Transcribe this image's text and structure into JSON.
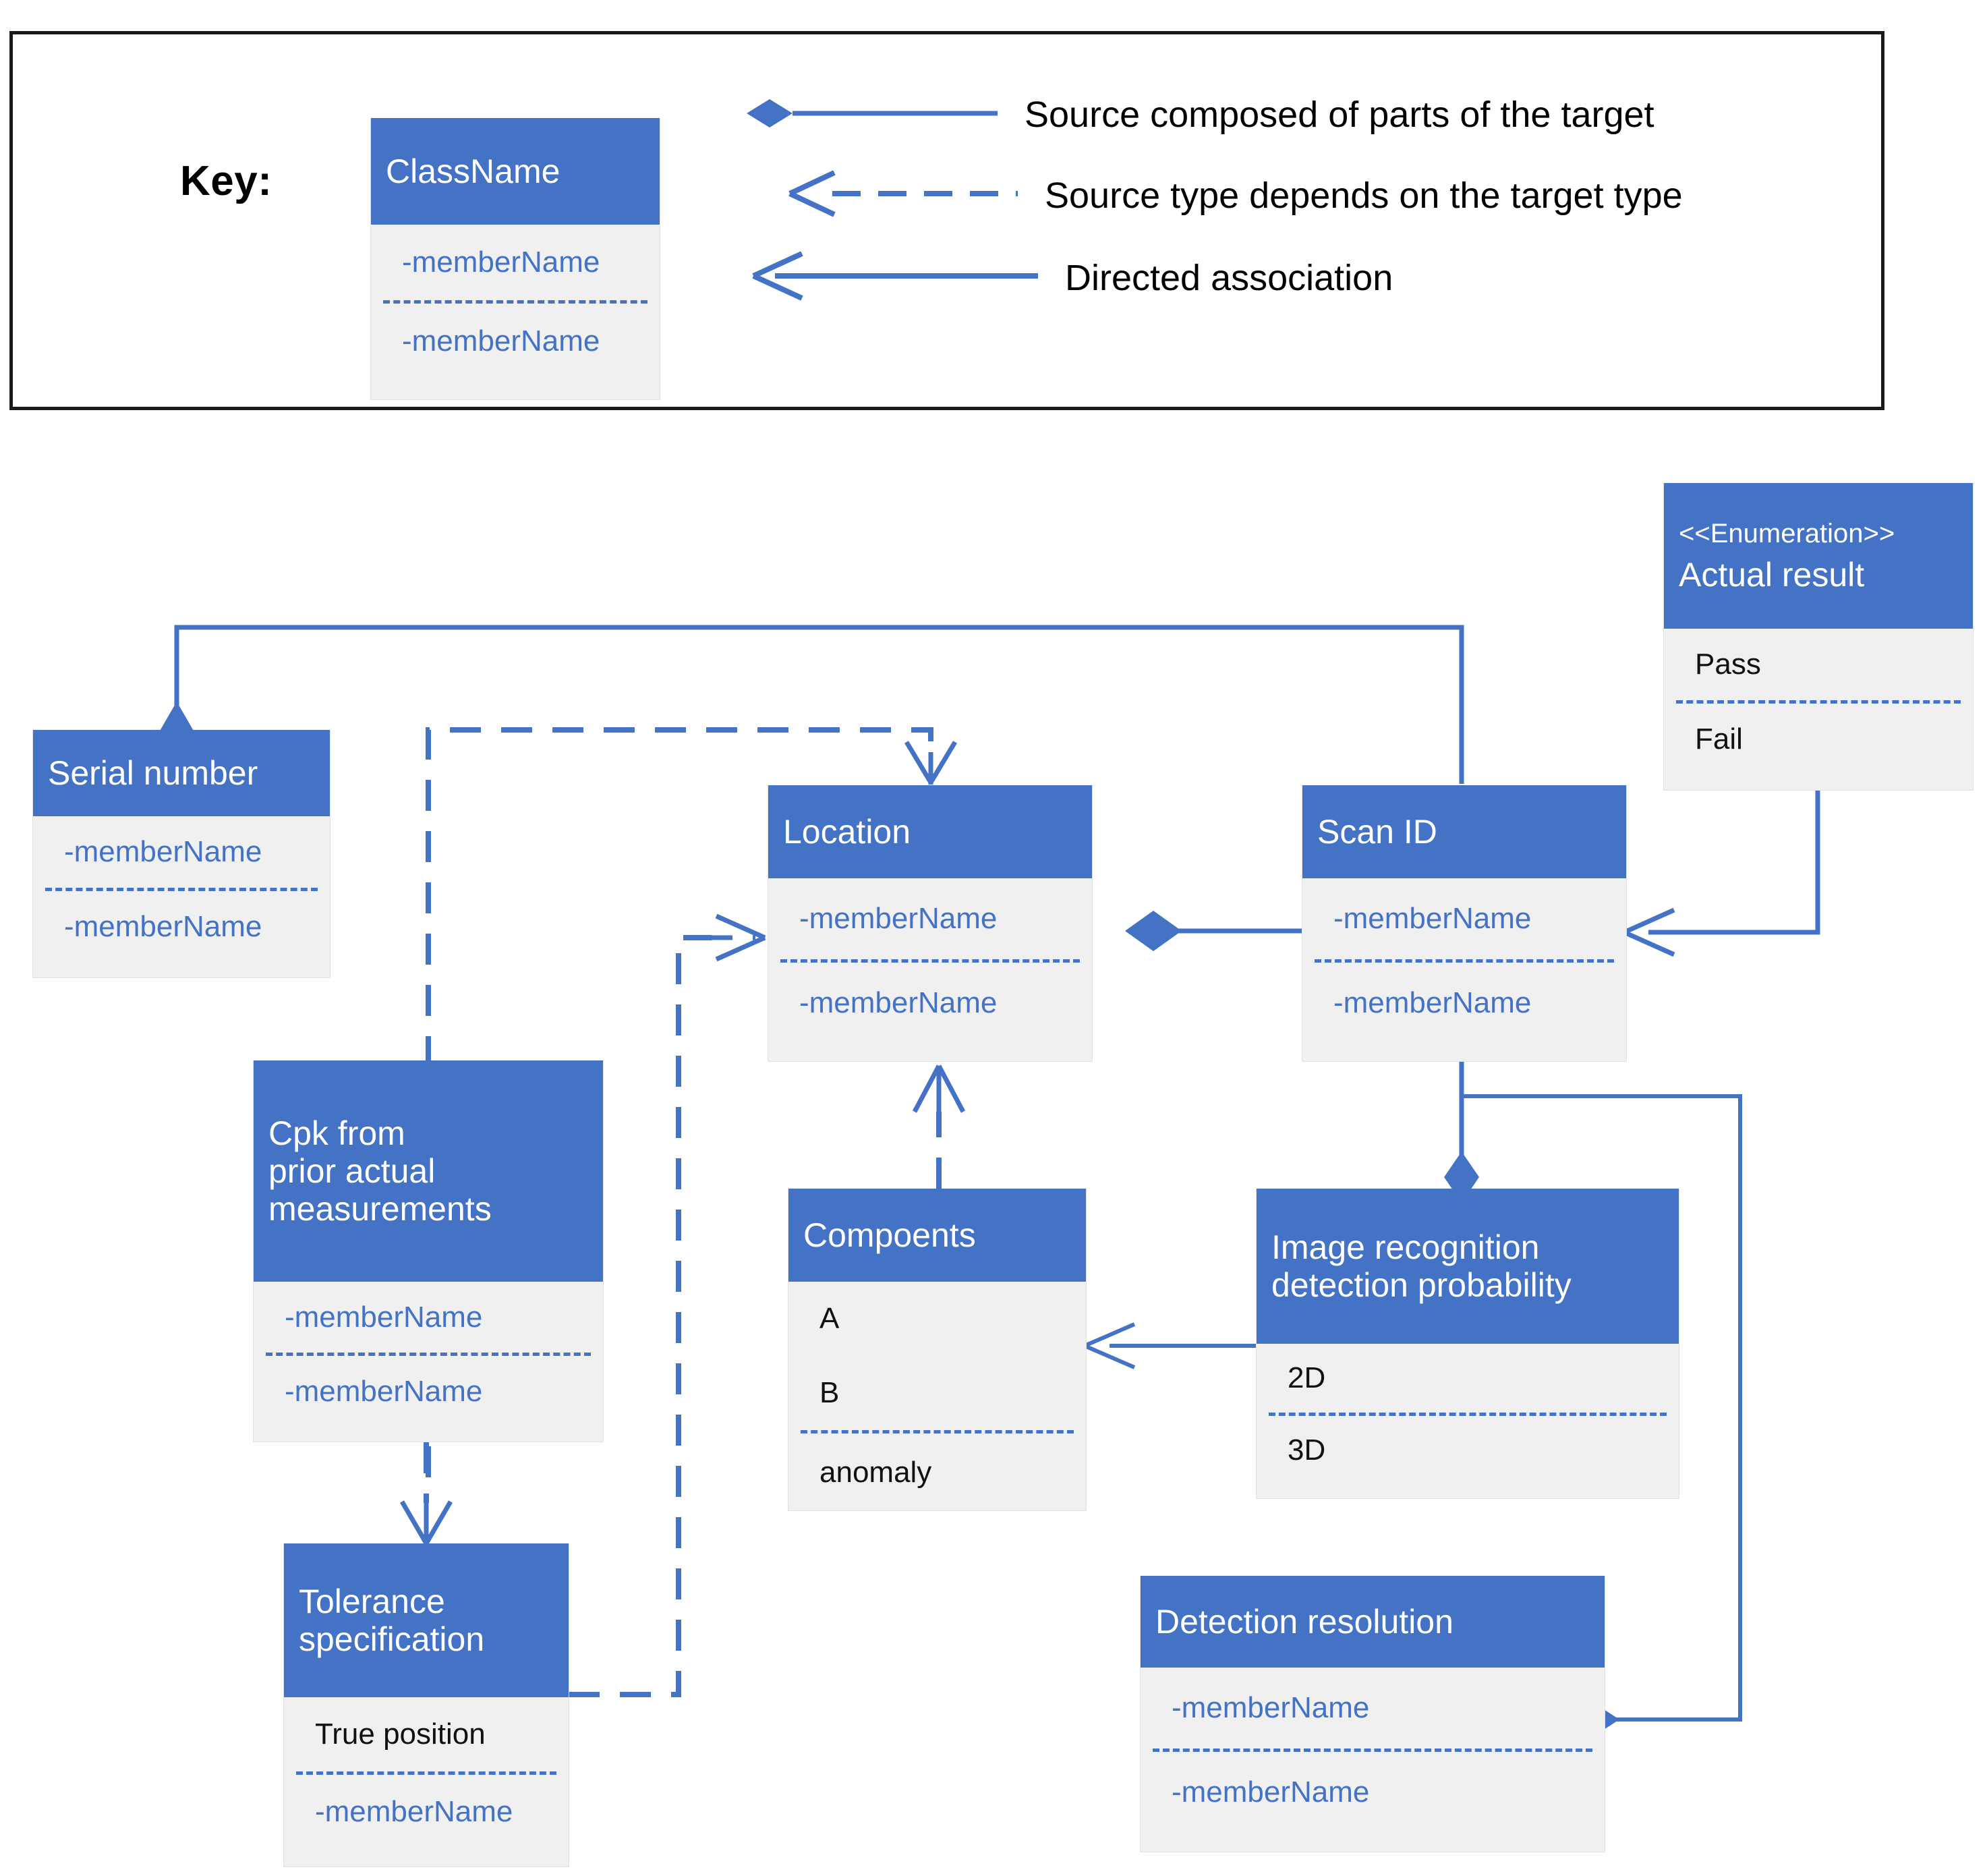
{
  "key": {
    "label": "Key:",
    "sample_class": {
      "name": "ClassName",
      "members": [
        "-memberName",
        "-memberName"
      ]
    },
    "legend": [
      {
        "marker": "filled-diamond-line",
        "text": "Source composed of parts of the target"
      },
      {
        "marker": "dashed-open-arrow",
        "text": "Source type depends on the target type"
      },
      {
        "marker": "solid-open-arrow",
        "text": "Directed association"
      }
    ]
  },
  "classes": [
    {
      "id": "serial-number",
      "stereotype": "",
      "name": "Serial number",
      "members": [
        "-memberName",
        "-memberName"
      ],
      "member_styles": [
        "blue",
        "blue"
      ]
    },
    {
      "id": "location",
      "stereotype": "",
      "name": "Location",
      "members": [
        "-memberName",
        "-memberName"
      ],
      "member_styles": [
        "blue",
        "blue"
      ]
    },
    {
      "id": "scan-id",
      "stereotype": "",
      "name": "Scan ID",
      "members": [
        "-memberName",
        "-memberName"
      ],
      "member_styles": [
        "blue",
        "blue"
      ]
    },
    {
      "id": "actual-result",
      "stereotype": "<<Enumeration>>",
      "name": "Actual result",
      "members": [
        "Pass",
        "Fail"
      ],
      "member_styles": [
        "dark",
        "dark"
      ]
    },
    {
      "id": "cpk",
      "stereotype": "",
      "name": "Cpk from\nprior actual\nmeasurements",
      "members": [
        "-memberName",
        "-memberName"
      ],
      "member_styles": [
        "blue",
        "blue"
      ]
    },
    {
      "id": "compoents",
      "stereotype": "",
      "name": "Compoents",
      "members": [
        "A",
        "B",
        "anomaly"
      ],
      "member_styles": [
        "dark",
        "dark",
        "dark"
      ]
    },
    {
      "id": "image-recognition",
      "stereotype": "",
      "name": "Image recognition\ndetection probability",
      "members": [
        "2D",
        "3D"
      ],
      "member_styles": [
        "dark",
        "dark"
      ]
    },
    {
      "id": "tolerance-specification",
      "stereotype": "",
      "name": "Tolerance\nspecification",
      "members": [
        "True position",
        "-memberName"
      ],
      "member_styles": [
        "dark",
        "blue"
      ]
    },
    {
      "id": "detection-resolution",
      "stereotype": "",
      "name": "Detection resolution",
      "members": [
        "-memberName",
        "-memberName"
      ],
      "member_styles": [
        "blue",
        "blue"
      ]
    }
  ],
  "relationships": [
    {
      "from": "scan-id",
      "to": "serial-number",
      "type": "composition"
    },
    {
      "from": "scan-id",
      "to": "location",
      "type": "composition"
    },
    {
      "from": "scan-id",
      "to": "image-recognition",
      "type": "composition"
    },
    {
      "from": "detection-resolution",
      "to": "scan-id",
      "type": "composition"
    },
    {
      "from": "serial-number",
      "to": "location",
      "type": "dependency"
    },
    {
      "from": "tolerance-specification",
      "to": "location",
      "type": "dependency"
    },
    {
      "from": "cpk",
      "to": "tolerance-specification",
      "type": "dependency"
    },
    {
      "from": "compoents",
      "to": "location",
      "type": "dependency"
    },
    {
      "from": "actual-result",
      "to": "scan-id",
      "type": "directed-association"
    },
    {
      "from": "image-recognition",
      "to": "compoents",
      "type": "directed-association"
    }
  ],
  "colors": {
    "header_blue": "#4472c4",
    "body_grey": "#f0f0f0",
    "line_blue": "#4472c4",
    "text_dark": "#111111",
    "border_black": "#1a1a1a"
  }
}
